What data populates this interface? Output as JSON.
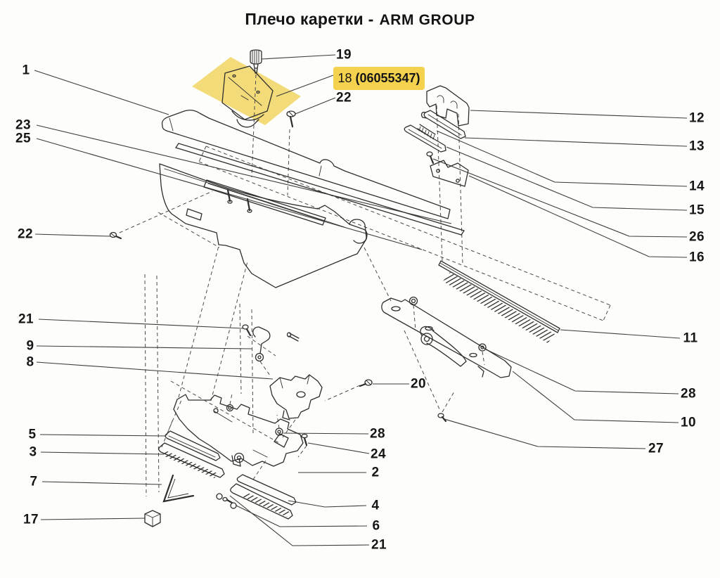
{
  "title": {
    "ru": "Плечо каретки -",
    "en": "ARM GROUP"
  },
  "highlighted_part": {
    "number": "18",
    "code": "(06055347)"
  },
  "callouts": [
    "19",
    "22",
    "1",
    "23",
    "25",
    "22",
    "21",
    "9",
    "8",
    "5",
    "3",
    "7",
    "17",
    "12",
    "13",
    "14",
    "15",
    "26",
    "16",
    "11",
    "28",
    "10",
    "27",
    "20",
    "28",
    "24",
    "2",
    "4",
    "6",
    "21"
  ],
  "colors": {
    "highlight_box": "#F4D24E",
    "highlight_area": "#F3DB79",
    "line": "#2e2e2e",
    "text": "#161616",
    "background": "#fdfdfb"
  }
}
